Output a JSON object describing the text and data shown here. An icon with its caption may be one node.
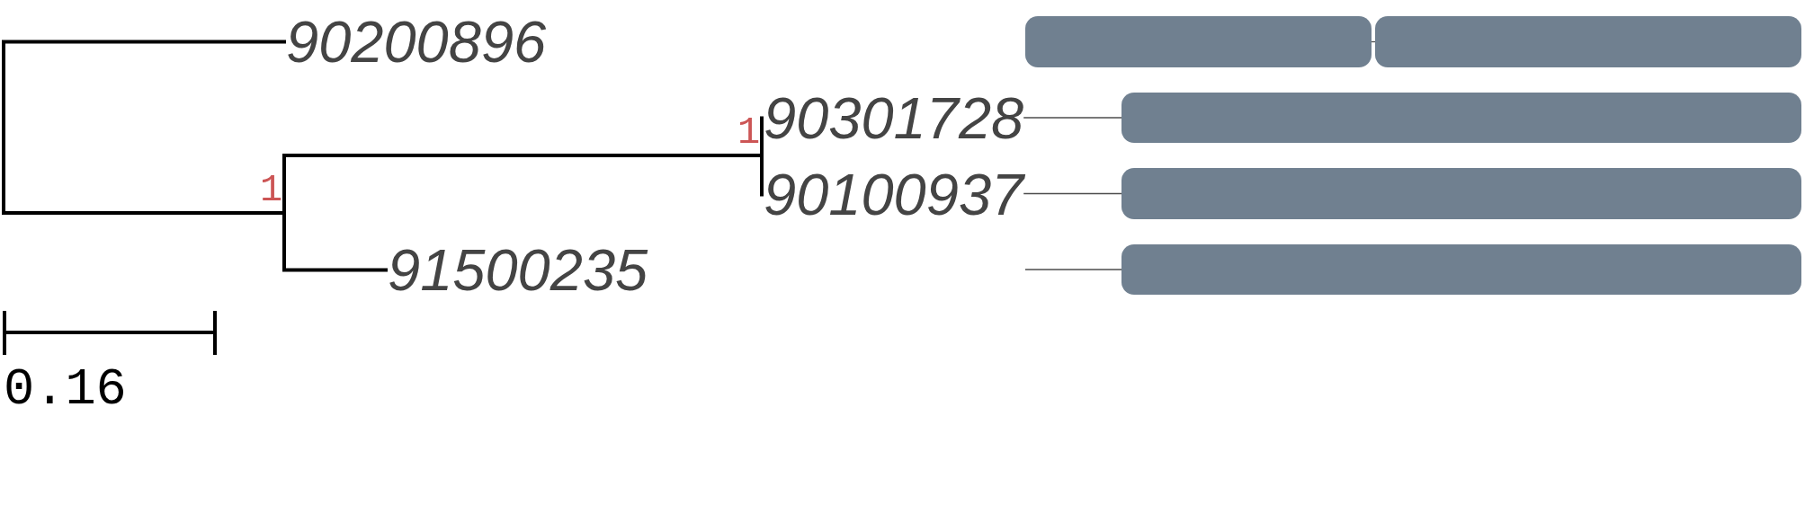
{
  "diagram": {
    "nodes": [
      {
        "text": [
          "90200896"
        ]
      },
      {
        "text": [],
        "shape": "bar"
      },
      {
        "text": [],
        "shape": "bar"
      },
      {
        "text": [
          "1"
        ]
      },
      {
        "text": [
          "90301728"
        ]
      },
      {
        "text": [],
        "shape": "bar"
      },
      {
        "text": [
          "1"
        ]
      },
      {
        "text": [
          "90100937"
        ]
      },
      {
        "text": [],
        "shape": "bar"
      },
      {
        "text": [
          "91500235"
        ]
      },
      {
        "text": [],
        "shape": "bar"
      }
    ],
    "edges": [
      {
        "from": 0,
        "to": 6,
        "arrow": "none"
      },
      {
        "from": 6,
        "to": 3,
        "arrow": "none"
      },
      {
        "from": 6,
        "to": 9,
        "arrow": "none"
      },
      {
        "from": 3,
        "to": 4,
        "arrow": "none"
      },
      {
        "from": 3,
        "to": 7,
        "arrow": "none"
      },
      {
        "from": 1,
        "to": 2,
        "arrow": "none",
        "color": "#4d4d4d"
      },
      {
        "from": 4,
        "to": 5,
        "arrow": "none",
        "color": "#4d4d4d"
      },
      {
        "from": 7,
        "to": 8,
        "arrow": "none",
        "color": "#4d4d4d"
      },
      {
        "from": null,
        "to": 10,
        "arrow": "none",
        "color": "#4d4d4d"
      }
    ],
    "labels": [
      "0.16"
    ]
  }
}
